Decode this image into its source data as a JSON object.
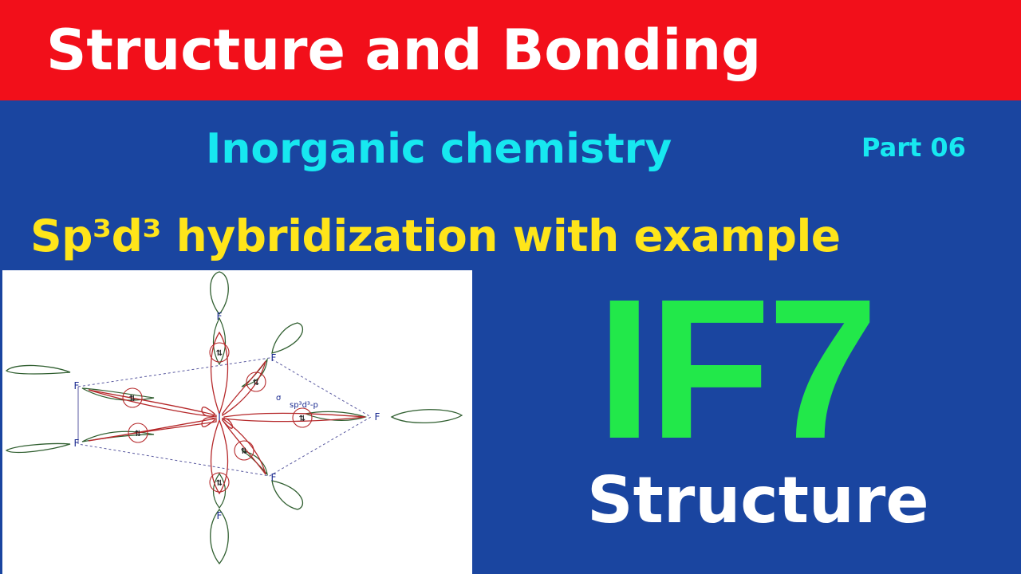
{
  "banner": {
    "title": "Structure and Bonding"
  },
  "subject": "Inorganic chemistry",
  "part": "Part 06",
  "topic": "Sp³d³ hybridization with example",
  "formula": "IF7",
  "structure_label": "Structure",
  "diagram": {
    "central_atom": "I",
    "ligand_label": "F",
    "electron_pair": "⇅",
    "sigma_label": "σ",
    "bond_label": "sp³d³-p"
  },
  "colors": {
    "banner": "#f20f1a",
    "background": "#1a45a0",
    "subject": "#17e8f0",
    "topic": "#ffe51a",
    "formula": "#22e84a",
    "hybrid_lobe": "#b5282a",
    "p_orbital": "#2f5e2f"
  }
}
